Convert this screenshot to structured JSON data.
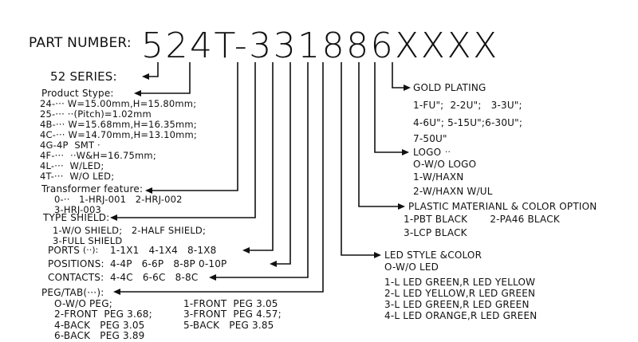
{
  "part_label": "PART NUMBER:",
  "part_code": "524T-331886XXXX",
  "series": "52 SERIES:",
  "product_stype": {
    "title": "Product Stype:",
    "lines": [
      "24-··· W=15.00mm,H=15.80mm;",
      "25-··· ··(Pitch)=1.02mm",
      "4B-··· W=15.68mm,H=16.35mm;",
      "4C-··· W=14.70mm,H=13.10mm;",
      "4G-4P  SMT ·",
      "4F-···  ··W&H=16.75mm;",
      "4L-···  W/LED;",
      "4T-···  W/O LED;"
    ]
  },
  "transformer": {
    "title": "Transformer feature:",
    "line1": "0-··   1-HRJ-001   2-HRJ-002",
    "line2": "3-HRJ-003"
  },
  "type_shield": {
    "title": "TYPE SHIELD:",
    "line1": "1-W/O SHIELD;   2-HALF SHIELD;",
    "line2": "3-FULL SHIELD"
  },
  "ports": {
    "label": "PORTS",
    "cn": "(··):",
    "values": "1-1X1   4-1X4   8-1X8"
  },
  "positions": {
    "label": "POSITIONS:",
    "values": "4-4P   6-6P   8-8P 0-10P"
  },
  "contacts": {
    "label": "CONTACTS:",
    "values": "4-4C   6-6C   8-8C"
  },
  "peg_tab": {
    "title": "PEG/TAB(···):",
    "left": [
      "O-W/O PEG;",
      "2-FRONT  PEG 3.68;",
      "4-BACK   PEG 3.05",
      "6-BACK   PEG 3.89"
    ],
    "right": [
      "1-FRONT  PEG 3.05",
      "3-FRONT  PEG 4.57;",
      "5-BACK   PEG 3.85"
    ]
  },
  "gold_plating": {
    "title": "GOLD PLATING",
    "lines": [
      "1-FU\";  2-2U\";   3-3U\";",
      "4-6U\"; 5-15U\";6-30U\";",
      "7-50U\""
    ]
  },
  "logo": {
    "title": "LOGO",
    "cn": "··",
    "lines": [
      "O-W/O LOGO",
      "1-W/HAXN",
      "2-W/HAXN W/UL"
    ]
  },
  "plastic": {
    "title": "PLASTIC MATERIANL & COLOR OPTION",
    "lines": [
      "1-PBT BLACK       2-PA46 BLACK",
      "3-LCP BLACK"
    ]
  },
  "led": {
    "title": "LED STYLE &COLOR",
    "lines": [
      "O-W/O LED",
      "1-L LED GREEN,R LED YELLOW",
      "2-L LED YELLOW,R LED GREEN",
      "3-L LED GREEN,R LED GREEN",
      "4-L LED ORANGE,R LED GREEN"
    ]
  }
}
